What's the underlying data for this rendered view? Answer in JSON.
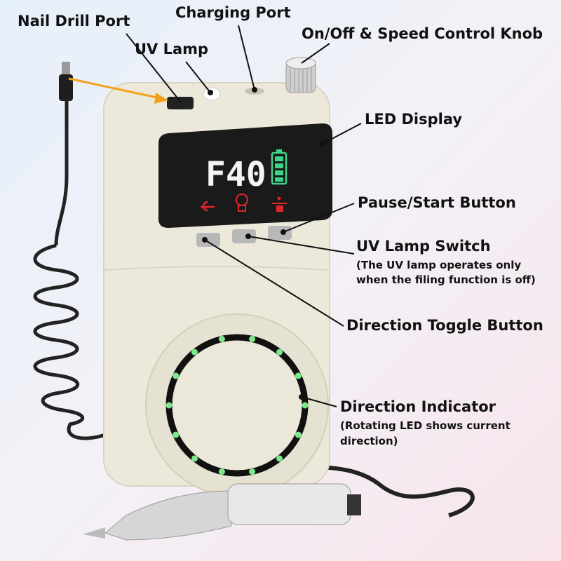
{
  "labels": {
    "nail_drill_port": "Nail Drill Port",
    "uv_lamp": "UV Lamp",
    "charging_port": "Charging Port",
    "knob": "On/Off & Speed Control Knob",
    "led_display": "LED Display",
    "pause_start": "Pause/Start Button",
    "uv_lamp_switch": "UV Lamp Switch",
    "uv_lamp_switch_note_1": "(The UV lamp operates only",
    "uv_lamp_switch_note_2": "when the filing function is off)",
    "direction_toggle": "Direction Toggle Button",
    "direction_indicator": "Direction Indicator",
    "direction_indicator_note_1": "(Rotating LED shows current",
    "direction_indicator_note_2": "direction)"
  },
  "display": {
    "readout": "F40",
    "battery_level": 1.0,
    "icons": [
      "direction-icon",
      "uv-lamp-icon",
      "play-pause-stop-icon"
    ]
  },
  "colors": {
    "body": "#ece9da",
    "screen": "#1a1a1a",
    "battery": "#3fd48a",
    "screen_icons": "#e0262a",
    "ring_led": "#6fe07a",
    "arrow": "#f3a21b"
  }
}
